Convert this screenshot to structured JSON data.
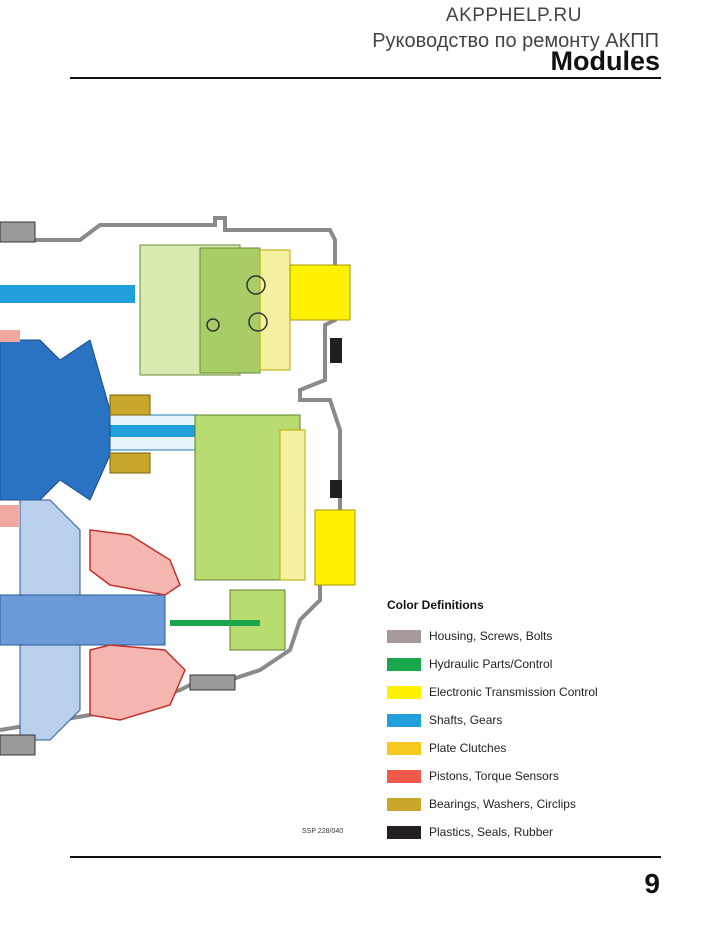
{
  "header": {
    "site": "AKPPHELP.RU",
    "subtitle": "Руководство по ремонту АКПП",
    "section": "Modules"
  },
  "figure": {
    "id": "SSP 228/040",
    "description_icon": "transmission-cross-section-diagram"
  },
  "legend": {
    "title": "Color Definitions",
    "items": [
      {
        "label": "Housing, Screws, Bolts",
        "color": "#a89a98"
      },
      {
        "label": "Hydraulic Parts/Control",
        "color": "#1aa64a"
      },
      {
        "label": "Electronic Transmission Control",
        "color": "#fff200"
      },
      {
        "label": "Shafts, Gears",
        "color": "#22a0db"
      },
      {
        "label": "Plate Clutches",
        "color": "#f7c81e"
      },
      {
        "label": "Pistons, Torque Sensors",
        "color": "#f0584a"
      },
      {
        "label": "Bearings, Washers, Circlips",
        "color": "#c9a72a"
      },
      {
        "label": "Plastics, Seals, Rubber",
        "color": "#231f20"
      }
    ]
  },
  "page_number": "9"
}
